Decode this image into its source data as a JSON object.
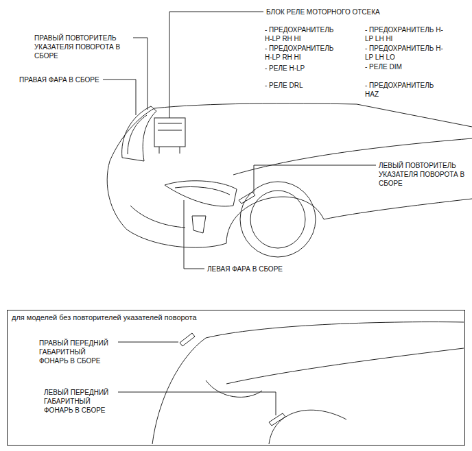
{
  "diagram": {
    "nodes": [
      {
        "text": [
          "для моделей без повторителей указателей поворота"
        ]
      }
    ],
    "labels": [
      "ПРАВЫЙ ПОВТОРИТЕЛЬ УКАЗАТЕЛЯ ПОВОРОТА В СБОРЕ",
      "ПРАВАЯ ФАРА В СБОРЕ",
      "БЛОК РЕЛЕ МОТОРНОГО ОТСЕКА",
      "- ПРЕДОХРАНИТЕЛЬ H-LP RH HI",
      "- ПРЕДОХРАНИТЕЛЬ H-LP RH HI",
      "- РЕЛЕ H-LP",
      "- РЕЛЕ DRL",
      "- ПРЕДОХРАНИТЕЛЬ H-LP LH HI",
      "- ПРЕДОХРАНИТЕЛЬ H-LP LH LO",
      "- РЕЛЕ DIM",
      "- ПРЕДОХРАНИТЕЛЬ HAZ",
      "ЛЕВЫЙ ПОВТОРИТЕЛЬ УКАЗАТЕЛЯ ПОВОРОТА В СБОРЕ",
      "ЛЕВАЯ ФАРА В СБОРЕ",
      "ПРАВЫЙ ПЕРЕДНИЙ ГАБАРИТНЫЙ ФОНАРЬ В СБОРЕ",
      "ЛЕВЫЙ ПЕРЕДНИЙ ГАБАРИТНЫЙ ФОНАРЬ В СБОРЕ"
    ]
  }
}
